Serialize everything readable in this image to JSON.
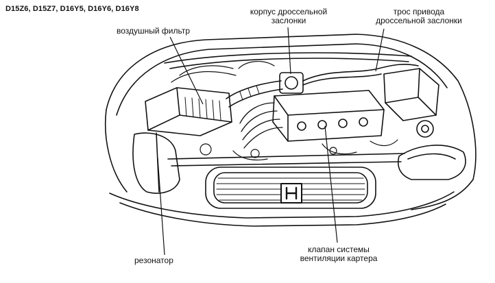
{
  "header": {
    "engine_models": "D15Z6, D15Z7, D16Y5, D16Y6, D16Y8"
  },
  "callouts": {
    "air_filter": "воздушный фильтр",
    "throttle_body_line1": "корпус дроссельной",
    "throttle_body_line2": "заслонки",
    "throttle_cable_line1": "трос привода",
    "throttle_cable_line2": "дроссельной заслонки",
    "resonator": "резонатор",
    "pcv_valve_line1": "клапан системы",
    "pcv_valve_line2": "вентиляции картера"
  },
  "colors": {
    "ink": "#111111",
    "paper": "#ffffff"
  }
}
